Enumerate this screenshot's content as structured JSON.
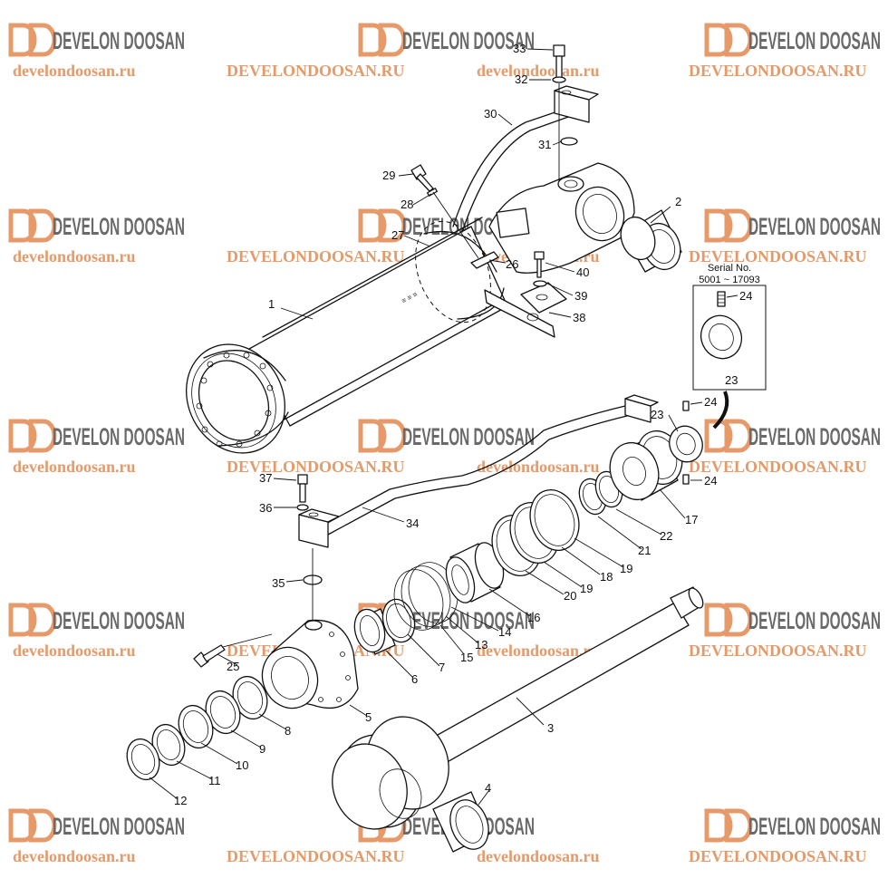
{
  "watermark": {
    "brand": "DEVELON DOOSAN",
    "url_lower": "develondoosan.ru",
    "url_upper": "DEVELONDOOSAN.RU"
  },
  "serial_box": {
    "title": "Serial No.",
    "range": "5001 ~ 17093"
  },
  "part_numbers": [
    "1",
    "2",
    "3",
    "4",
    "5",
    "6",
    "7",
    "8",
    "9",
    "10",
    "11",
    "12",
    "13",
    "14",
    "15",
    "16",
    "17",
    "18",
    "19",
    "19",
    "20",
    "21",
    "22",
    "23",
    "23",
    "24",
    "24",
    "24",
    "25",
    "26",
    "27",
    "28",
    "29",
    "30",
    "31",
    "32",
    "33",
    "34",
    "35",
    "36",
    "37",
    "38",
    "39",
    "40"
  ]
}
